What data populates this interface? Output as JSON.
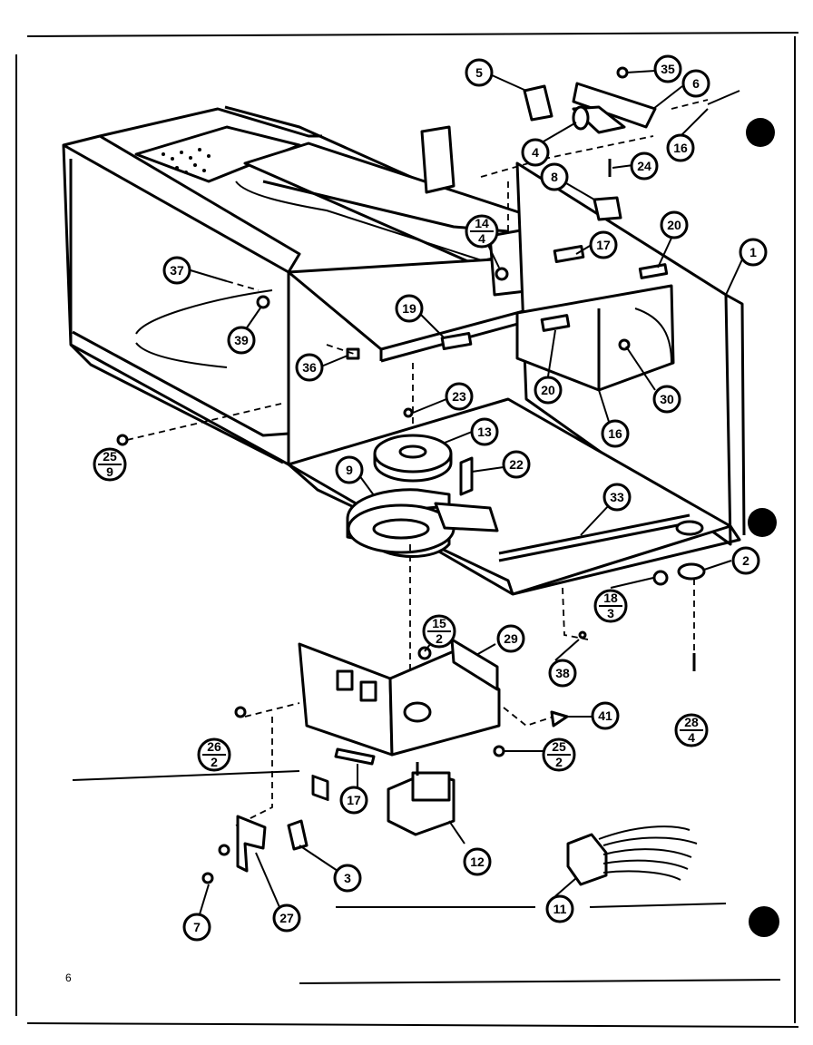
{
  "page_number": "6",
  "callouts": [
    {
      "id": "c1",
      "parts": [
        "1"
      ]
    },
    {
      "id": "c2",
      "parts": [
        "2"
      ]
    },
    {
      "id": "c3",
      "parts": [
        "3"
      ]
    },
    {
      "id": "c4",
      "parts": [
        "4"
      ]
    },
    {
      "id": "c5",
      "parts": [
        "5"
      ]
    },
    {
      "id": "c6",
      "parts": [
        "6"
      ]
    },
    {
      "id": "c7",
      "parts": [
        "7"
      ]
    },
    {
      "id": "c8",
      "parts": [
        "8"
      ]
    },
    {
      "id": "c9",
      "parts": [
        "9"
      ]
    },
    {
      "id": "c11",
      "parts": [
        "11"
      ]
    },
    {
      "id": "c12",
      "parts": [
        "12"
      ]
    },
    {
      "id": "c13",
      "parts": [
        "13"
      ]
    },
    {
      "id": "c14",
      "parts": [
        "14",
        "4"
      ]
    },
    {
      "id": "c15",
      "parts": [
        "15",
        "2"
      ]
    },
    {
      "id": "c16",
      "parts": [
        "16"
      ]
    },
    {
      "id": "c16b",
      "parts": [
        "16"
      ]
    },
    {
      "id": "c17",
      "parts": [
        "17"
      ]
    },
    {
      "id": "c17b",
      "parts": [
        "17"
      ]
    },
    {
      "id": "c18",
      "parts": [
        "18",
        "3"
      ]
    },
    {
      "id": "c19",
      "parts": [
        "19"
      ]
    },
    {
      "id": "c20",
      "parts": [
        "20"
      ]
    },
    {
      "id": "c20b",
      "parts": [
        "20"
      ]
    },
    {
      "id": "c22",
      "parts": [
        "22"
      ]
    },
    {
      "id": "c23",
      "parts": [
        "23"
      ]
    },
    {
      "id": "c24",
      "parts": [
        "24"
      ]
    },
    {
      "id": "c25a",
      "parts": [
        "25",
        "9"
      ]
    },
    {
      "id": "c25b",
      "parts": [
        "25",
        "2"
      ]
    },
    {
      "id": "c26a",
      "parts": [
        "26",
        "2"
      ]
    },
    {
      "id": "c28",
      "parts": [
        "28",
        "4"
      ]
    },
    {
      "id": "c27",
      "parts": [
        "27"
      ]
    },
    {
      "id": "c29",
      "parts": [
        "29"
      ]
    },
    {
      "id": "c30",
      "parts": [
        "30"
      ]
    },
    {
      "id": "c33",
      "parts": [
        "33"
      ]
    },
    {
      "id": "c35",
      "parts": [
        "35"
      ]
    },
    {
      "id": "c36",
      "parts": [
        "36"
      ]
    },
    {
      "id": "c37",
      "parts": [
        "37"
      ]
    },
    {
      "id": "c38",
      "parts": [
        "38"
      ]
    },
    {
      "id": "c39",
      "parts": [
        "39"
      ]
    },
    {
      "id": "c41",
      "parts": [
        "41"
      ]
    }
  ]
}
